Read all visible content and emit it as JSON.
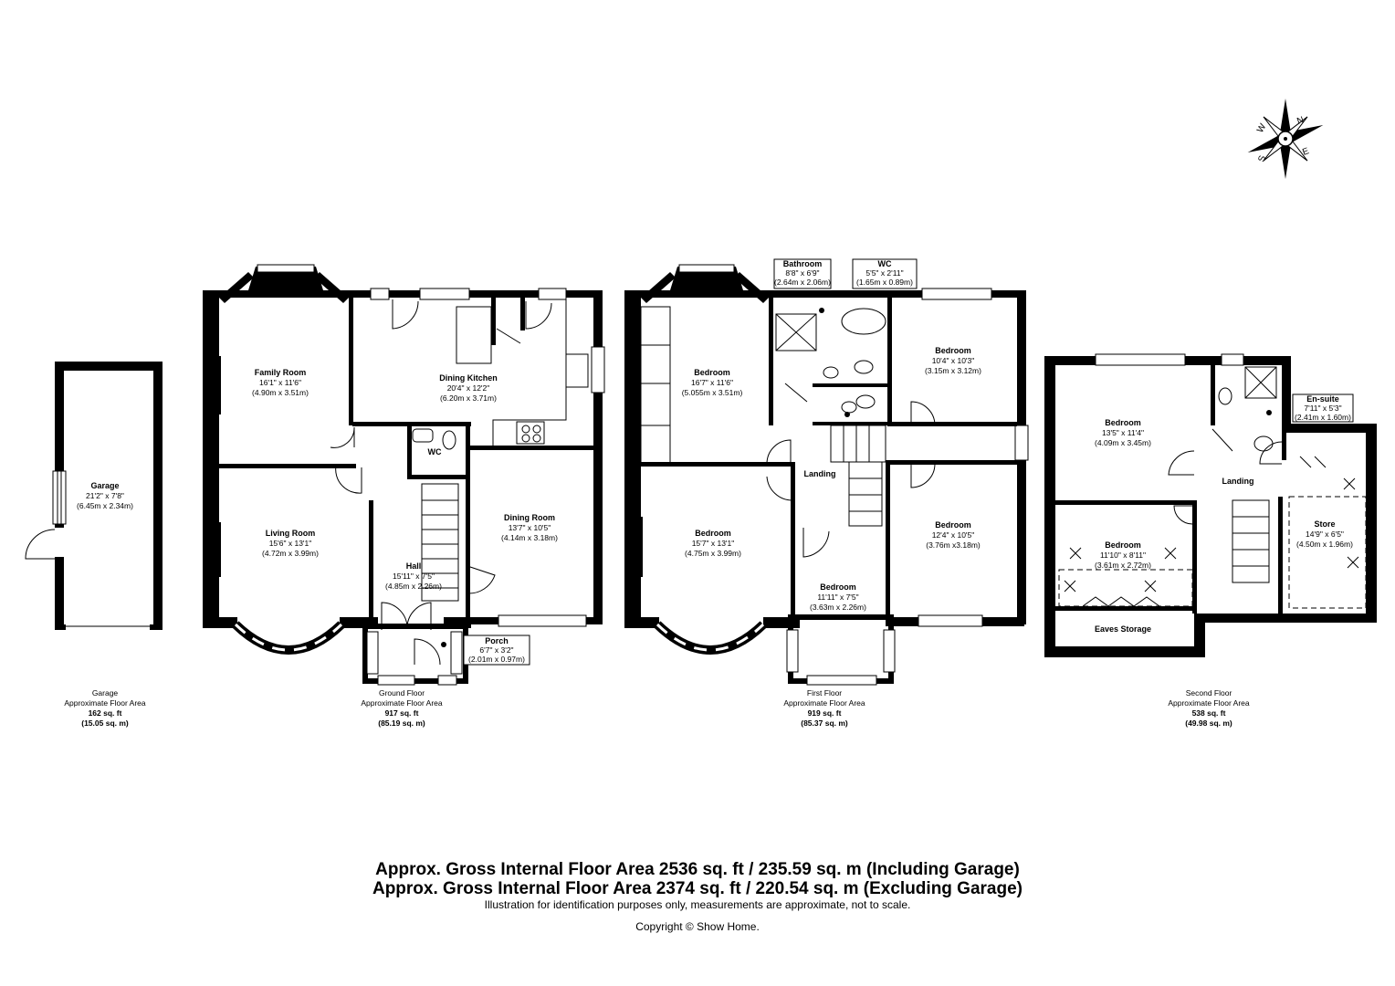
{
  "rooms": {
    "garage": {
      "name": "Garage",
      "imperial": "21'2\" x 7'8\"",
      "metric": "(6.45m x 2.34m)"
    },
    "family_room": {
      "name": "Family Room",
      "imperial": "16'1\" x 11'6\"",
      "metric": "(4.90m x 3.51m)"
    },
    "dining_kitchen": {
      "name": "Dining Kitchen",
      "imperial": "20'4\" x 12'2\"",
      "metric": "(6.20m x 3.71m)"
    },
    "wc_ground": {
      "name": "WC"
    },
    "living_room": {
      "name": "Living Room",
      "imperial": "15'6\" x 13'1\"",
      "metric": "(4.72m x 3.99m)"
    },
    "dining_room": {
      "name": "Dining Room",
      "imperial": "13'7\" x 10'5\"",
      "metric": "(4.14m x 3.18m)"
    },
    "hall": {
      "name": "Hall",
      "imperial": "15'11\" x 7'5\"",
      "metric": "(4.85m x 2.26m)"
    },
    "porch": {
      "name": "Porch",
      "imperial": "6'7\" x 3'2\"",
      "metric": "(2.01m x 0.97m)"
    },
    "bathroom": {
      "name": "Bathroom",
      "imperial": "8'8\" x 6'9\"",
      "metric": "(2.64m x 2.06m)"
    },
    "wc_first": {
      "name": "WC",
      "imperial": "5'5\" x 2'11\"",
      "metric": "(1.65m x 0.89m)"
    },
    "bedroom_1": {
      "name": "Bedroom",
      "imperial": "16'7\" x 11'6\"",
      "metric": "(5.055m x 3.51m)"
    },
    "bedroom_2": {
      "name": "Bedroom",
      "imperial": "10'4\" x 10'3\"",
      "metric": "(3.15m x 3.12m)"
    },
    "landing_first": {
      "name": "Landing"
    },
    "bedroom_3": {
      "name": "Bedroom",
      "imperial": "15'7\" x 13'1\"",
      "metric": "(4.75m x 3.99m)"
    },
    "bedroom_4": {
      "name": "Bedroom",
      "imperial": "12'4\" x 10'5\"",
      "metric": "(3.76m x3.18m)"
    },
    "bedroom_5": {
      "name": "Bedroom",
      "imperial": "11'11\" x 7'5\"",
      "metric": "(3.63m x 2.26m)"
    },
    "bedroom_6": {
      "name": "Bedroom",
      "imperial": "13'5\" x 11'4\"",
      "metric": "(4.09m x 3.45m)"
    },
    "ensuite": {
      "name": "En-suite",
      "imperial": "7'11\" x 5'3\"",
      "metric": "(2.41m x 1.60m)"
    },
    "landing_second": {
      "name": "Landing"
    },
    "store": {
      "name": "Store",
      "imperial": "14'9\" x 6'5\"",
      "metric": "(4.50m x 1.96m)"
    },
    "bedroom_7": {
      "name": "Bedroom",
      "imperial": "11'10\" x 8'11\"",
      "metric": "(3.61m x 2.72m)"
    },
    "eaves_storage": {
      "name": "Eaves Storage"
    }
  },
  "floors": {
    "garage": {
      "name": "Garage",
      "label": "Approximate Floor Area",
      "sqft": "162 sq. ft",
      "sqm": "(15.05 sq. m)"
    },
    "ground": {
      "name": "Ground Floor",
      "label": "Approximate Floor Area",
      "sqft": "917 sq. ft",
      "sqm": "(85.19 sq. m)"
    },
    "first": {
      "name": "First Floor",
      "label": "Approximate Floor Area",
      "sqft": "919 sq. ft",
      "sqm": "(85.37 sq. m)"
    },
    "second": {
      "name": "Second Floor",
      "label": "Approximate Floor Area",
      "sqft": "538 sq. ft",
      "sqm": "(49.98 sq. m)"
    }
  },
  "compass": {
    "n": "N",
    "e": "E",
    "s": "S",
    "w": "W"
  },
  "footer": {
    "line1": "Approx. Gross Internal Floor Area 2536 sq. ft / 235.59 sq. m (Including Garage)",
    "line2": "Approx. Gross Internal Floor Area 2374 sq. ft / 220.54 sq. m (Excluding Garage)",
    "disclaimer": "Illustration for identification purposes only, measurements are approximate, not to scale.",
    "copyright": "Copyright © Show Home."
  }
}
